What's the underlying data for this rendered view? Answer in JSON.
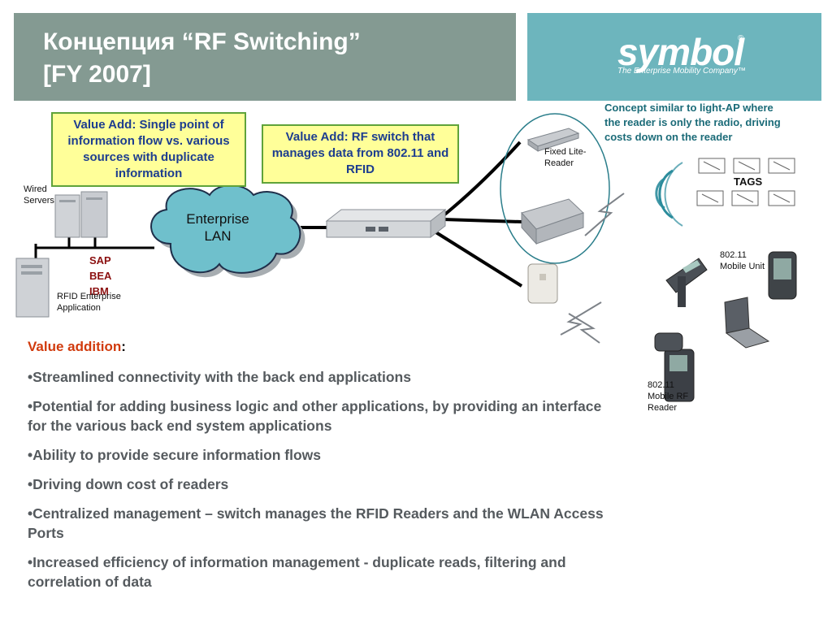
{
  "header": {
    "title_line1": "Концепция “RF Switching”",
    "title_line2": "[FY 2007]"
  },
  "logo": {
    "word": "symbol",
    "registered": "®",
    "tagline": "The Enterprise Mobility Company™"
  },
  "diagram": {
    "note_single_point": "Value Add: Single point of information flow vs. various sources with duplicate information",
    "note_rf_switch": "Value Add: RF switch that manages data from 802.11 and RFID",
    "wired_servers": "Wired Servers",
    "apps": [
      "SAP",
      "BEA",
      "IBM"
    ],
    "rfid_application": "RFID Enterprise Application",
    "enterprise_lan": "Enterprise LAN",
    "fixed_reader": "Fixed Lite-Reader",
    "concept_note": "Concept similar to light-AP where the reader is only the radio, driving costs down on the reader",
    "tags": "TAGS",
    "mobile_unit": "802.11 Mobile Unit",
    "mobile_rf_reader": "802.11 Mobile RF Reader"
  },
  "value_addition": {
    "title": "Value addition",
    "colon": ":",
    "items": [
      "•Streamlined connectivity with the back end applications",
      "•Potential for adding business logic and other applications, by providing an interface for the various back end system applications",
      "•Ability to provide secure information flows",
      "•Driving down cost of readers",
      "•Centralized management – switch manages the RFID Readers and the WLAN Access Ports",
      "•Increased efficiency of information management - duplicate reads, filtering and correlation of data"
    ]
  },
  "colors": {
    "title_bar": "#849a92",
    "logo_bar": "#6db5bd",
    "note_fill": "#ffff99",
    "note_border": "#5fa33a",
    "note_text": "#1d3d8f",
    "accent_red": "#d13a0c",
    "apps_text": "#8b1010",
    "cloud": "#6fc0cc"
  }
}
